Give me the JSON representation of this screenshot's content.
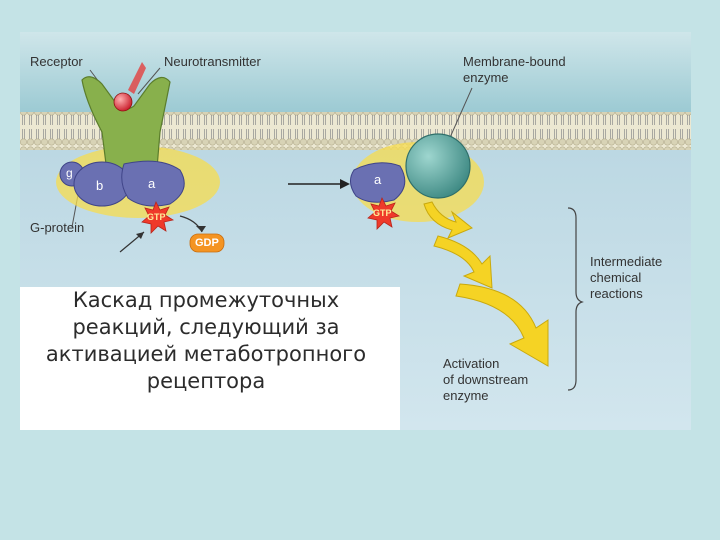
{
  "labels": {
    "receptor": "Receptor",
    "neurotransmitter": "Neurotransmitter",
    "membrane_enzyme_line1": "Membrane-bound",
    "membrane_enzyme_line2": "enzyme",
    "g_protein": "G-protein",
    "intermediate_line1": "Intermediate",
    "intermediate_line2": "chemical",
    "intermediate_line3": "reactions",
    "activation_line1": "Activation",
    "activation_line2": "of downstream",
    "activation_line3": "enzyme"
  },
  "subunits": {
    "g": "g",
    "b": "b",
    "a": "a",
    "a2": "a"
  },
  "molecules": {
    "gtp": "GTP",
    "gtp2": "GTP",
    "gdp": "GDP"
  },
  "caption": {
    "line1": "Каскад промежуточных",
    "line2": "реакций, следующий за",
    "line3": "активацией метаботропного",
    "line4": "рецептора"
  },
  "colors": {
    "page_bg": "#c4e3e6",
    "membrane": "#e7e2c9",
    "extracellular": "#a9d2da",
    "cytoplasm": "#c4dde7",
    "receptor": "#88b04c",
    "g_subunit": "#6a70b2",
    "enzyme": "#4f9a94",
    "glow": "#f7dc4d",
    "arrow": "#f5d324",
    "gtp_star": "#ef3a2a",
    "gdp": "#f49422"
  }
}
